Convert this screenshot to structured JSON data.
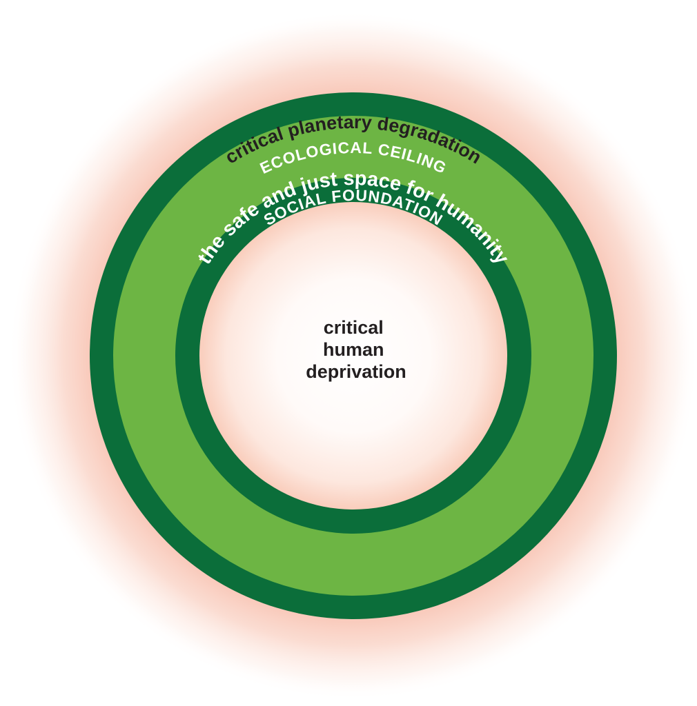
{
  "diagram": {
    "outer_zone_label": "critical planetary degradation",
    "ecological_ceiling_label": "ECOLOGICAL CEILING",
    "safe_space_label": "the safe and just space for humanity",
    "social_foundation_label": "SOCIAL FOUNDATION",
    "inner_zone_label": [
      "critical",
      "human",
      "deprivation"
    ]
  },
  "colors": {
    "dark_green": "#0b6e3a",
    "light_green": "#6db544",
    "glow": "#f3a48e",
    "background": "#ffffff",
    "label_text_dark": "#231f20",
    "label_text_light": "#ffffff"
  }
}
